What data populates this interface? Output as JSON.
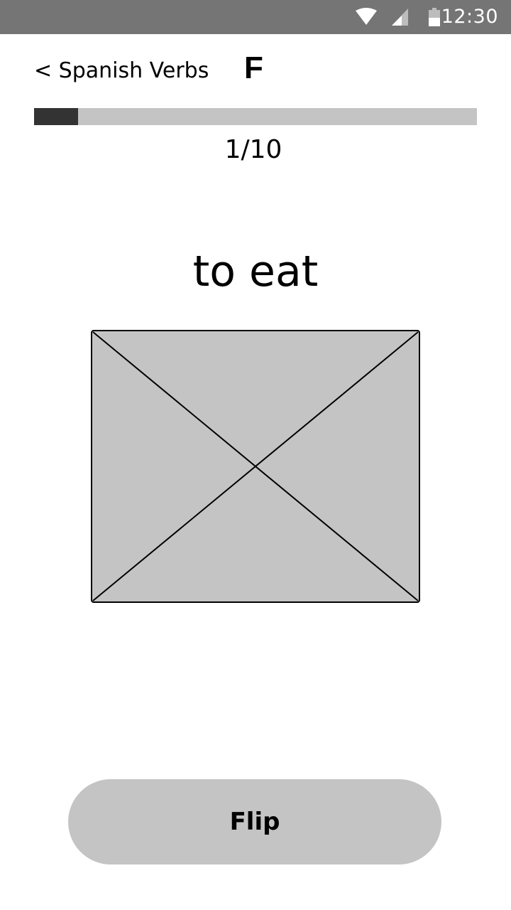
{
  "status_bar": {
    "time": "12:30",
    "icons": [
      "wifi-icon",
      "cellular-signal-icon",
      "battery-icon"
    ],
    "background_color": "#757575"
  },
  "header": {
    "back_label": "< Spanish Verbs",
    "deck_letter": "F"
  },
  "progress": {
    "current": 1,
    "total": 10,
    "fraction": 0.1,
    "counter_text": "1/10",
    "fill_color": "#333333",
    "track_color": "#c4c4c4"
  },
  "card": {
    "word": "to eat",
    "image_placeholder_icon": "image-placeholder-icon"
  },
  "actions": {
    "flip_label": "Flip"
  }
}
